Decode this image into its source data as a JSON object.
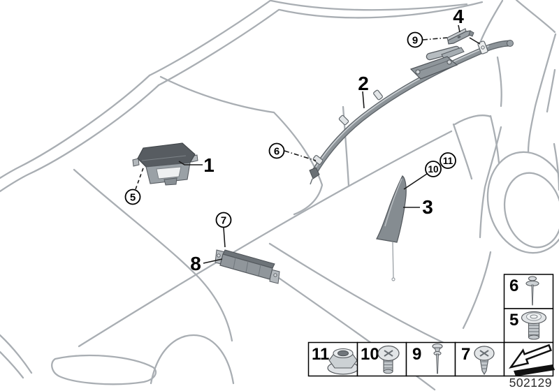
{
  "drawing_number": "502129",
  "callouts": {
    "plain": [
      {
        "label": "1"
      },
      {
        "label": "2"
      },
      {
        "label": "3"
      },
      {
        "label": "4"
      },
      {
        "label": "8"
      }
    ],
    "circled": [
      {
        "label": "5"
      },
      {
        "label": "6"
      },
      {
        "label": "7"
      },
      {
        "label": "9"
      },
      {
        "label": "10"
      },
      {
        "label": "11"
      }
    ]
  },
  "legend": {
    "right_column": [
      {
        "label": "6",
        "icon": "pin-rivet-icon"
      },
      {
        "label": "5",
        "icon": "flange-screw-icon"
      }
    ],
    "bottom_row": [
      {
        "label": "11",
        "icon": "flange-nut-icon"
      },
      {
        "label": "10",
        "icon": "pan-head-screw-icon"
      },
      {
        "label": "9",
        "icon": "blind-rivet-icon"
      },
      {
        "label": "7",
        "icon": "tapping-screw-icon"
      }
    ],
    "arrow_icon": "direction-of-travel-arrow-icon"
  },
  "colors": {
    "background": "#ffffff",
    "car_line": "#a9aeb3",
    "part_mid": "#8f969b",
    "part_dark": "#565b60",
    "callout": "#000000"
  }
}
